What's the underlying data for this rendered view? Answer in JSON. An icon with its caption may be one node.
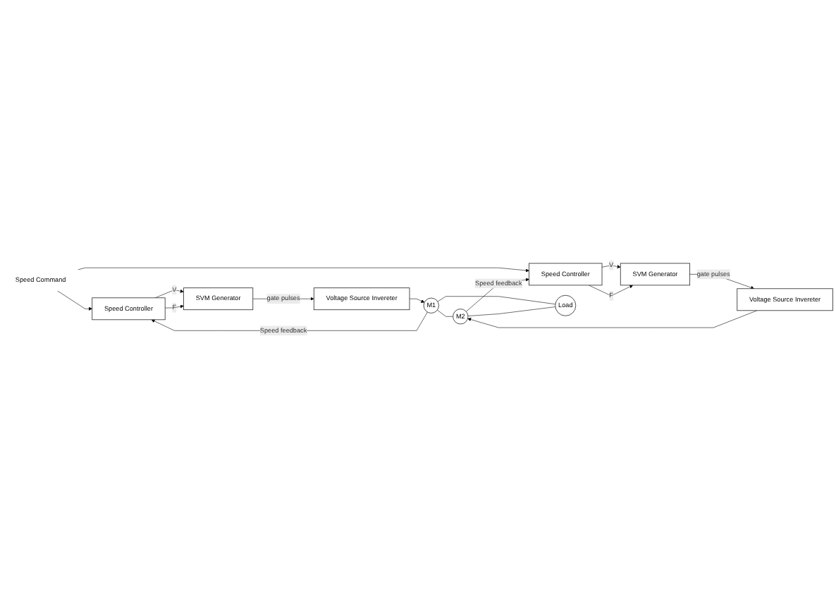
{
  "diagram": {
    "nodes": [
      {
        "text": [
          "Speed Command"
        ]
      },
      {
        "text": [
          "Speed Controller"
        ]
      },
      {
        "text": [
          "SVM Generator"
        ]
      },
      {
        "text": [
          "Voltage Source Invereter"
        ]
      },
      {
        "text": [
          "M1"
        ]
      },
      {
        "text": [
          "Speed Controller"
        ]
      },
      {
        "text": [
          "SVM Generator"
        ]
      },
      {
        "text": [
          "Voltage Source Invereter"
        ]
      },
      {
        "text": [
          "M2"
        ]
      },
      {
        "text": [
          "Load"
        ]
      }
    ],
    "edges": [
      {
        "from": 0,
        "to": 1,
        "arrow": "to"
      },
      {
        "from": 0,
        "to": 5,
        "arrow": "to"
      },
      {
        "from": 1,
        "to": 2,
        "label": "V",
        "arrow": "to"
      },
      {
        "from": 1,
        "to": 2,
        "label": "F",
        "arrow": "to"
      },
      {
        "from": 2,
        "to": 3,
        "label": "gate pulses",
        "arrow": "to"
      },
      {
        "from": 3,
        "to": 4,
        "arrow": "to"
      },
      {
        "from": 4,
        "to": 1,
        "label": "Speed feedback",
        "arrow": "to"
      },
      {
        "from": 5,
        "to": 6,
        "label": "V",
        "arrow": "to"
      },
      {
        "from": 5,
        "to": 6,
        "label": "F",
        "arrow": "to"
      },
      {
        "from": 6,
        "to": 7,
        "label": "gate pulses",
        "arrow": "to"
      },
      {
        "from": 7,
        "to": 8,
        "arrow": "to"
      },
      {
        "from": 8,
        "to": 5,
        "label": "Speed feedback",
        "arrow": "to"
      },
      {
        "from": 4,
        "to": 8,
        "arrow": "none"
      },
      {
        "from": 4,
        "to": 9,
        "arrow": "none"
      },
      {
        "from": 8,
        "to": 9,
        "arrow": "none"
      }
    ]
  }
}
